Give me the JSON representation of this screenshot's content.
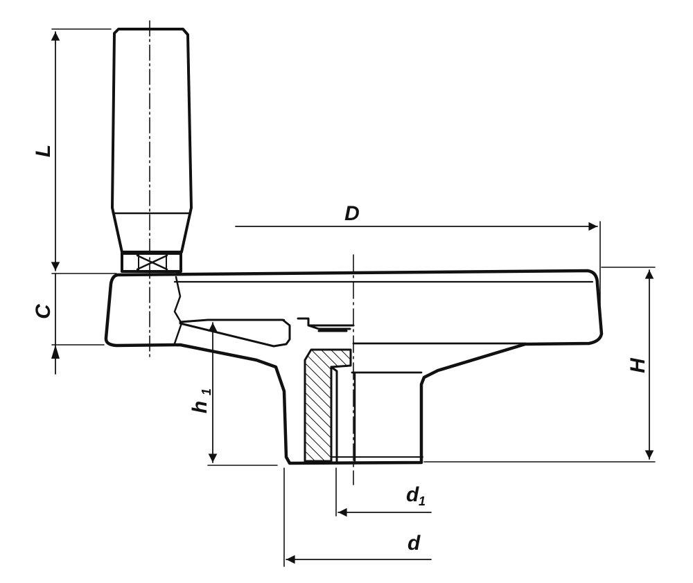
{
  "labels": {
    "L": "L",
    "C": "C",
    "D": "D",
    "H": "H",
    "h1": "h",
    "h1_sub": "1",
    "d1": "d",
    "d1_sub": "1",
    "d": "d"
  },
  "colors": {
    "ink": "#111111",
    "paper": "#ffffff"
  }
}
